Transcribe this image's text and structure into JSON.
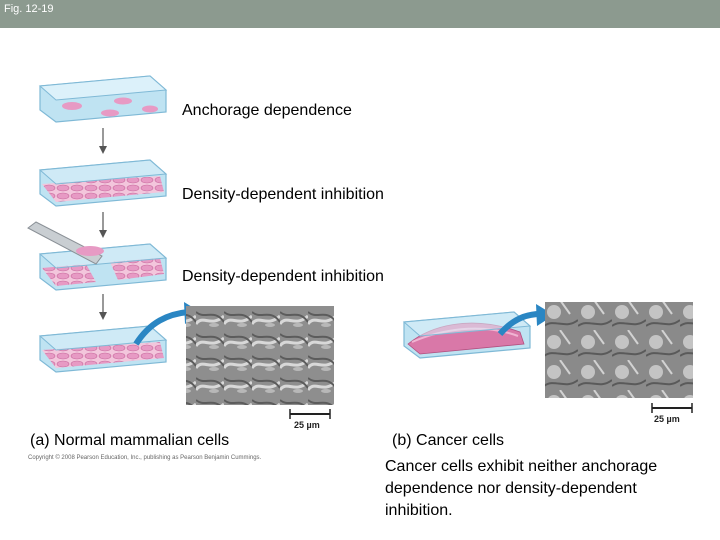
{
  "figure": {
    "label": "Fig. 12-19"
  },
  "stages": [
    {
      "label": "Anchorage dependence"
    },
    {
      "label": "Density-dependent inhibition"
    },
    {
      "label": "Density-dependent inhibition"
    }
  ],
  "scale_bars": {
    "left": "25 µm",
    "right": "25 µm"
  },
  "panel_a": {
    "letter": "(a)",
    "title": "Normal mammalian cells"
  },
  "panel_b": {
    "letter": "(b)",
    "title": "Cancer cells",
    "description": "Cancer cells exhibit neither anchorage dependence nor density-dependent inhibition."
  },
  "copyright": "Copyright © 2008 Pearson Education, Inc., publishing as Pearson Benjamin Cummings.",
  "colors": {
    "topbar": "#8c9a8f",
    "dish_glass": "#bfe3f2",
    "dish_edge": "#7fb9d6",
    "cells": "#e79ac4",
    "arrow": "#2a86c3",
    "micrograph": "#9a9a9a"
  }
}
